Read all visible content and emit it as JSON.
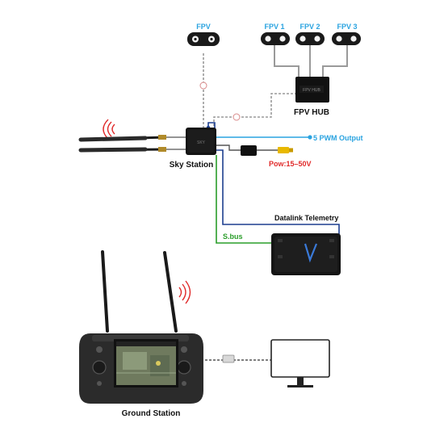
{
  "cameras": {
    "fpv": "FPV",
    "fpv1": "FPV 1",
    "fpv2": "FPV 2",
    "fpv3": "FPV 3"
  },
  "hub": {
    "label": "FPV HUB",
    "device_text": "FPV HUB"
  },
  "sky_station": {
    "label": "Sky Station",
    "device_text": "SKY"
  },
  "outputs": {
    "pwm": "5 PWM Output",
    "power": "Pow:15–50V",
    "datalink": "Datalink Telemetry",
    "sbus": "S.bus"
  },
  "ground_station": {
    "label": "Ground Station"
  },
  "colors": {
    "fpv_label": "#2aa3e0",
    "pwm": "#2aa3e0",
    "power": "#e02a2a",
    "sbus": "#2a9d2a",
    "datalink": "#1d3f8f",
    "dotted": "#9a9a9a"
  }
}
